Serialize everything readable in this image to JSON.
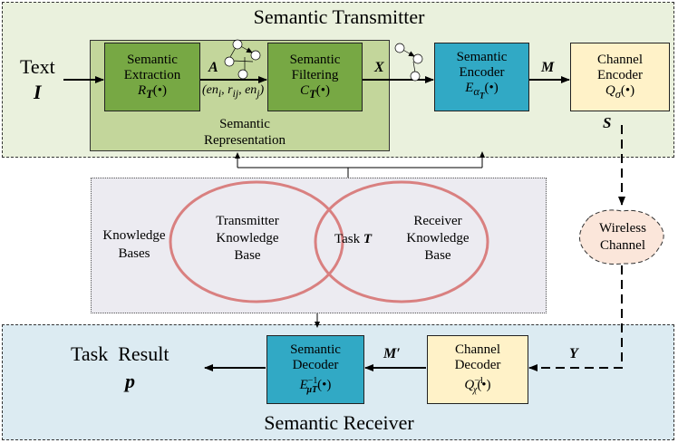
{
  "transmitter": {
    "title": "Semantic Transmitter",
    "input_label": "Text",
    "input_symbol": "I",
    "extraction": {
      "line1": "Semantic",
      "line2": "Extraction",
      "func": "R",
      "func_sub": "T",
      "func_arg": "(•)"
    },
    "filtering": {
      "line1": "Semantic",
      "line2": "Filtering",
      "func": "C",
      "func_sub": "T",
      "func_arg": "(•)"
    },
    "encoder": {
      "line1": "Semantic",
      "line2": "Encoder",
      "func": "E",
      "func_sub": "α",
      "func_subsub": "T",
      "func_arg": "(•)"
    },
    "channel_encoder": {
      "line1": "Channel",
      "line2": "Encoder",
      "func": "Q",
      "func_sub": "σ",
      "func_arg": "(•)"
    },
    "representation_line1": "Semantic",
    "representation_line2": "Representation",
    "symbol_A": "A",
    "triple": "(en",
    "triple_i": "i",
    "triple_r": ", r",
    "triple_ij": "ij",
    "triple_en": ", en",
    "triple_j": "j",
    "triple_close": ")",
    "symbol_X": "X",
    "symbol_M": "M",
    "symbol_S": "S"
  },
  "knowledge": {
    "label_line1": "Knowledge",
    "label_line2": "Bases",
    "tx_line1": "Transmitter",
    "tx_line2": "Knowledge",
    "tx_line3": "Base",
    "task_text": "Task",
    "task_symbol": "T",
    "rx_line1": "Receiver",
    "rx_line2": "Knowledge",
    "rx_line3": "Base"
  },
  "channel": {
    "line1": "Wireless",
    "line2": "Channel",
    "symbol_Y": "Y"
  },
  "receiver": {
    "title": "Semantic Receiver",
    "decoder": {
      "line1": "Semantic",
      "line2": "Decoder",
      "func": "E",
      "func_sup": "−1",
      "func_sub": "μT",
      "func_arg": "(•)"
    },
    "channel_decoder": {
      "line1": "Channel",
      "line2": "Decoder",
      "func": "Q",
      "func_sup": "−1",
      "func_sub": "χ",
      "func_arg": "(•)"
    },
    "symbol_M_prime": "M′",
    "result_label": "Task  Result",
    "result_symbol": "p"
  },
  "colors": {
    "tx_panel": "#eaf1dd",
    "rx_panel": "#dcebf2",
    "kb_panel": "#ecebf1",
    "green_box": "#77a844",
    "repr_box": "#c3d69b",
    "teal_box": "#31a9c5",
    "cream_box": "#fff2c8",
    "ellipse": "#d98080",
    "cloud": "#fbe6da"
  }
}
